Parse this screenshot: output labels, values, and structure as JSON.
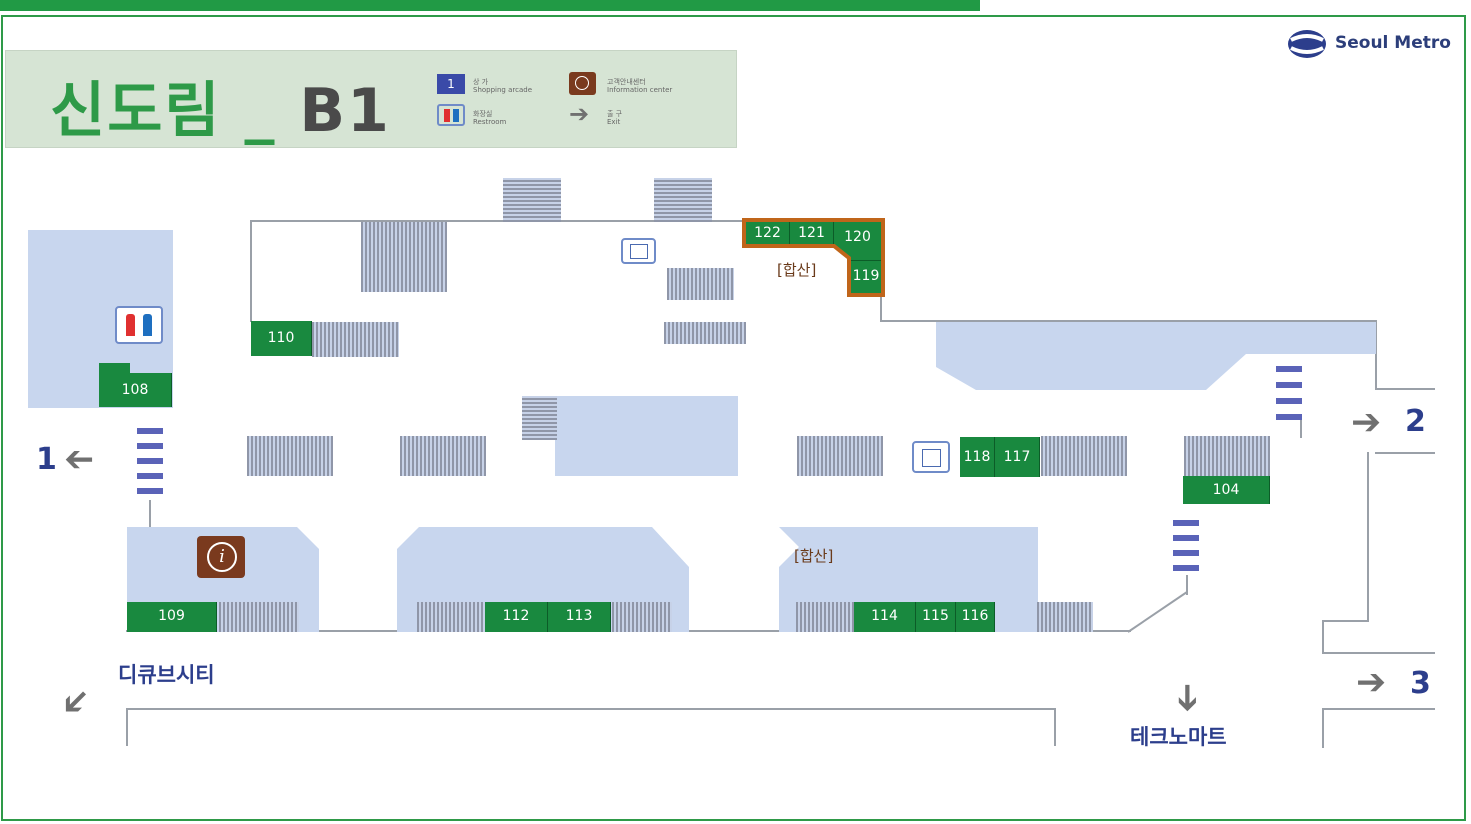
{
  "header": {
    "station": "신도림",
    "separator": "_",
    "level": "B1",
    "logo_text": "Seoul Metro"
  },
  "legend": {
    "shop_number": "1",
    "shop_ko": "상 가",
    "shop_en": "Shopping arcade",
    "info_ko": "고객안내센터",
    "info_en": "Information center",
    "restroom_ko": "화장실",
    "restroom_en": "Restroom",
    "exit_ko": "출 구",
    "exit_en": "Exit"
  },
  "shops": {
    "s108": "108",
    "s109": "109",
    "s110": "110",
    "s104": "104",
    "s112": "112",
    "s113": "113",
    "s114": "114",
    "s115": "115",
    "s116": "116",
    "s117": "117",
    "s118": "118",
    "s119": "119",
    "s120": "120",
    "s121": "121",
    "s122": "122"
  },
  "labels": {
    "merged_top": "[합산]",
    "merged_bottom": "[합산]"
  },
  "exits": {
    "exit1": "1",
    "exit2": "2",
    "exit3": "3"
  },
  "destinations": {
    "dcube": "디큐브시티",
    "techno": "테크노마트"
  },
  "colors": {
    "shop_green": "#19893f",
    "title_green": "#2e9a48",
    "info_brown": "#7a3a1e",
    "highlight_orange": "#c0651a",
    "corridor_blue": "#c8d6ee"
  }
}
